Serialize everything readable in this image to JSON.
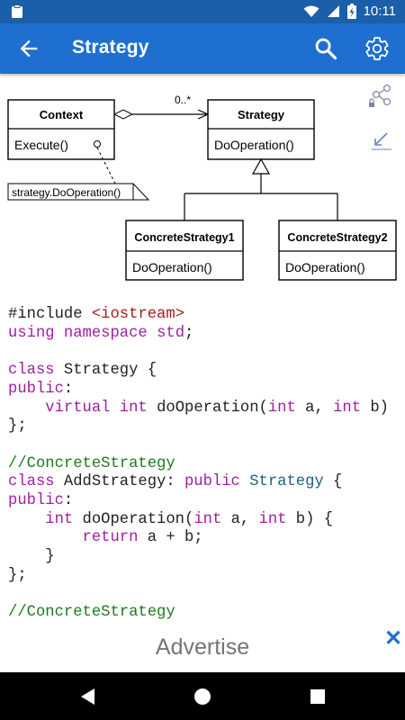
{
  "status_bar": {
    "time": "10:11"
  },
  "app_bar": {
    "title": "Strategy"
  },
  "diagram": {
    "context": {
      "name": "Context",
      "method": "Execute()"
    },
    "multiplicity": "0..*",
    "strategy": {
      "name": "Strategy",
      "method": "DoOperation()"
    },
    "note": "strategy.DoOperation()",
    "concrete1": {
      "name": "ConcreteStrategy1",
      "method": "DoOperation()"
    },
    "concrete2": {
      "name": "ConcreteStrategy2",
      "method": "DoOperation()"
    }
  },
  "code": {
    "l1": {
      "a": "#include ",
      "b": "<iostream>"
    },
    "l2": {
      "a": "using",
      "b": " ",
      "c": "namespace",
      "d": " ",
      "e": "std",
      "f": ";"
    },
    "l4": {
      "a": "class",
      "b": " Strategy {"
    },
    "l5": {
      "a": "public",
      "b": ":"
    },
    "l6": {
      "indent": "    ",
      "a": "virtual",
      "b": " ",
      "c": "int",
      "d": " doOperation(",
      "e": "int",
      "f": " a, ",
      "g": "int",
      "h": " b)"
    },
    "l7": "};",
    "l9": "//ConcreteStrategy",
    "l10": {
      "a": "class",
      "b": " AddStrategy: ",
      "c": "public",
      "d": " ",
      "e": "Strategy",
      "f": " {"
    },
    "l11": {
      "a": "public",
      "b": ":"
    },
    "l12": {
      "indent": "    ",
      "a": "int",
      "b": " doOperation(",
      "c": "int",
      "d": " a, ",
      "e": "int",
      "f": " b) {"
    },
    "l13": {
      "indent": "        ",
      "a": "return",
      "b": " a + b;"
    },
    "l14": "    }",
    "l15": "};",
    "l17": "//ConcreteStrategy"
  },
  "ad": {
    "label": "Advertise",
    "close": "✕"
  },
  "icons": {
    "back": "arrow-back-icon",
    "search": "search-icon",
    "settings": "gear-icon",
    "share": "share-icon",
    "resize": "resize-icon"
  },
  "colors": {
    "app_bar": "#1f6fd0",
    "status_bar": "#1a5fa8"
  }
}
